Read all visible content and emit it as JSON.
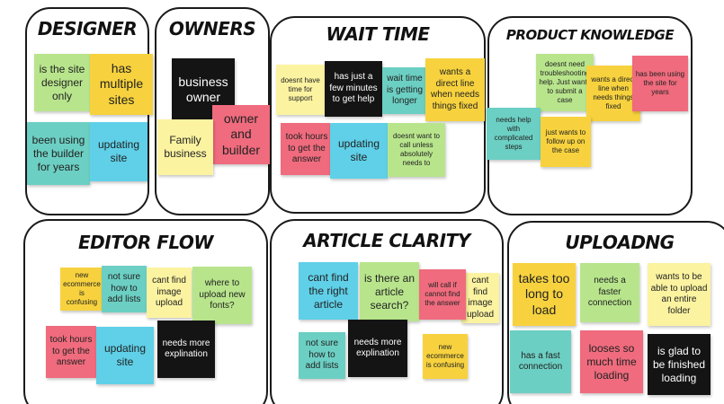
{
  "clusters": {
    "designer": {
      "title": "DESIGNER",
      "notes": [
        "is the site designer only",
        "has multiple sites",
        "been using the builder for years",
        "updating site"
      ]
    },
    "owners": {
      "title": "OWNERS",
      "notes": [
        "business owner",
        "owner and builder",
        "Family business"
      ]
    },
    "wait_time": {
      "title": "WAIT TIME",
      "notes": [
        "doesnt have time for support",
        "has just a few minutes to get help",
        "wait time is getting longer",
        "wants a direct line when needs things fixed",
        "took hours to get the answer",
        "updating site",
        "doesnt want to call unless absolutely needs to"
      ]
    },
    "product_knowledge": {
      "title": "PRODUCT KNOWLEDGE",
      "notes": [
        "doesnt need troubleshooting help. Just wants to submit a case",
        "wants a direct line when needs things fixed",
        "has been using the site for years",
        "needs help with complicated steps",
        "just wants to follow up on the case"
      ]
    },
    "editor_flow": {
      "title": "EDITOR FLOW",
      "notes": [
        "new ecommerce is confusing",
        "not sure how to add lists",
        "cant find image upload",
        "where to upload new fonts?",
        "took hours to get the answer",
        "updating site",
        "needs more explination"
      ]
    },
    "article_clarity": {
      "title": "ARTICLE CLARITY",
      "notes": [
        "cant find the right article",
        "is there an article search?",
        "will call if cannot find the answer",
        "cant find image upload",
        "not sure how to add lists",
        "needs more explination",
        "new ecommerce is confusing"
      ]
    },
    "uploading": {
      "title": "UPLOADNG",
      "notes": [
        "takes too long to load",
        "needs a faster connection",
        "wants to be able to upload an entire folder",
        "has a fast connection",
        "looses so much time loading",
        "is glad to be finished loading"
      ]
    }
  },
  "colors": {
    "yellow": "#f7d23e",
    "light_yellow": "#fbf3a0",
    "green": "#a9e46a",
    "cyan": "#5fd0e8",
    "teal": "#6ccfc3",
    "pink": "#ef6b7d",
    "black": "#141414"
  }
}
